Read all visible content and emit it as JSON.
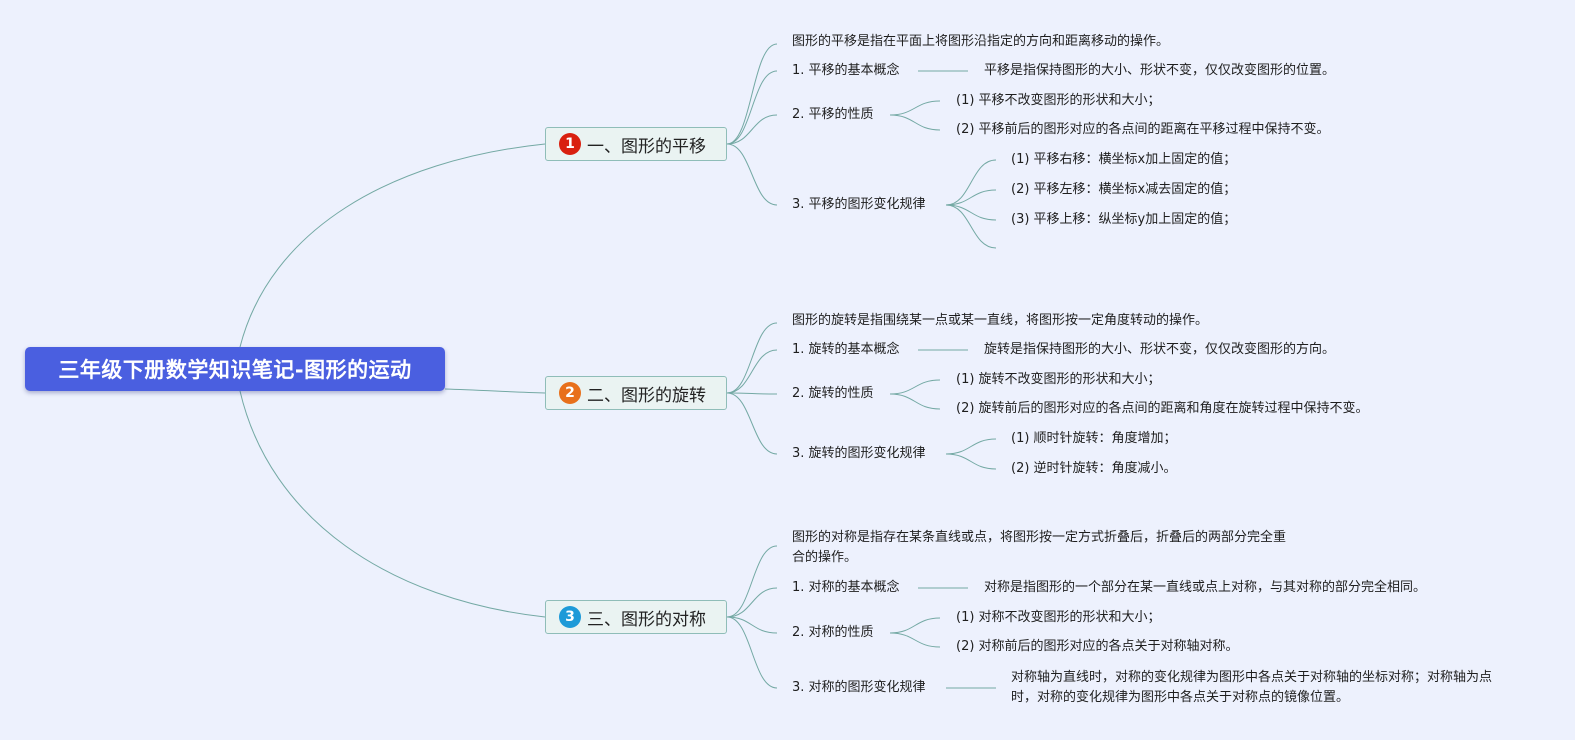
{
  "root": {
    "title": "三年级下册数学知识笔记-图形的运动"
  },
  "branches": [
    {
      "badge": "1",
      "badge_color": "#d9200f",
      "label": "一、图形的平移",
      "definition": "图形的平移是指在平面上将图形沿指定的方向和距离移动的操作。",
      "concept_label": "1. 平移的基本概念",
      "concept_text": "平移是指保持图形的大小、形状不变，仅仅改变图形的位置。",
      "property_label": "2. 平移的性质",
      "properties": [
        "(1) 平移不改变图形的形状和大小；",
        "(2) 平移前后的图形对应的各点间的距离在平移过程中保持不变。"
      ],
      "rule_label": "3. 平移的图形变化规律",
      "rules": [
        "(1) 平移右移：横坐标x加上固定的值；",
        "(2) 平移左移：横坐标x减去固定的值；",
        "(3) 平移上移：纵坐标y加上固定的值；",
        ""
      ]
    },
    {
      "badge": "2",
      "badge_color": "#e8701b",
      "label": "二、图形的旋转",
      "definition": "图形的旋转是指围绕某一点或某一直线，将图形按一定角度转动的操作。",
      "concept_label": "1. 旋转的基本概念",
      "concept_text": "旋转是指保持图形的大小、形状不变，仅仅改变图形的方向。",
      "property_label": "2. 旋转的性质",
      "properties": [
        "(1) 旋转不改变图形的形状和大小；",
        "(2) 旋转前后的图形对应的各点间的距离和角度在旋转过程中保持不变。"
      ],
      "rule_label": "3. 旋转的图形变化规律",
      "rules": [
        "(1) 顺时针旋转：角度增加；",
        "(2) 逆时针旋转：角度减小。"
      ]
    },
    {
      "badge": "3",
      "badge_color": "#1e9ad8",
      "label": "三、图形的对称",
      "definition": "图形的对称是指存在某条直线或点，将图形按一定方式折叠后，折叠后的两部分完全重合的操作。",
      "concept_label": "1. 对称的基本概念",
      "concept_text": "对称是指图形的一个部分在某一直线或点上对称，与其对称的部分完全相同。",
      "property_label": "2. 对称的性质",
      "properties": [
        "(1) 对称不改变图形的形状和大小；",
        "(2) 对称前后的图形对应的各点关于对称轴对称。"
      ],
      "rule_label": "3. 对称的图形变化规律",
      "rules": [
        "对称轴为直线时，对称的变化规律为图形中各点关于对称轴的坐标对称；对称轴为点时，对称的变化规律为图形中各点关于对称点的镜像位置。"
      ]
    }
  ]
}
